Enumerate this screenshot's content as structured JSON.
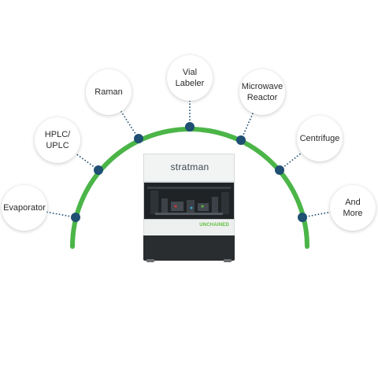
{
  "arc_color": "#4bb548",
  "node_color": "#1f4f73",
  "connector_color": "#1f4f73",
  "labels": [
    {
      "text": "Evaporator"
    },
    {
      "text": "HPLC/\nUPLC"
    },
    {
      "text": "Raman"
    },
    {
      "text": "Vial\nLabeler"
    },
    {
      "text": "Microwave\nReactor"
    },
    {
      "text": "Centrifuge"
    },
    {
      "text": "And\nMore"
    }
  ],
  "instrument": {
    "brand": "stratman",
    "badge": "UNCHAINED"
  }
}
